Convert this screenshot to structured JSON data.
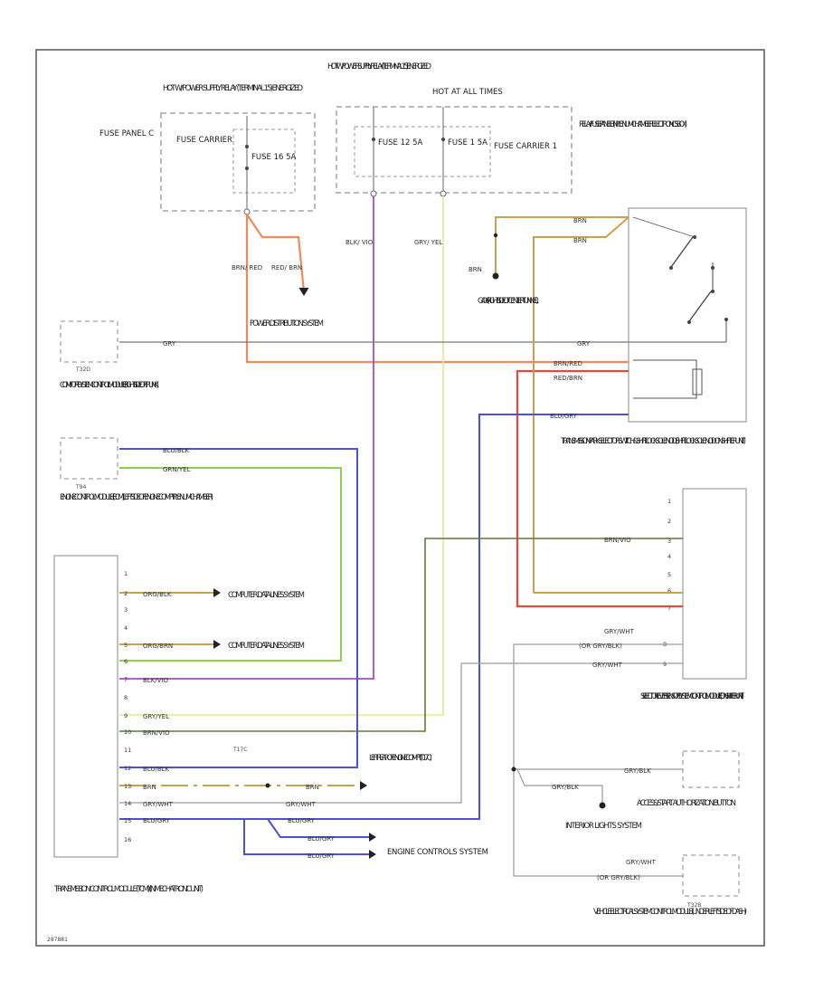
{
  "labels": {
    "hot_power_relay_left": "HOT W/ POWER SUPPLY RELAY (TERMINAL 15) ENERGIZED",
    "hot_power_relay_right": "HOT W/ POWER SUPPLY RELAY (TERMINAL 15) ENERGIZED",
    "hot_at_all_times": "HOT AT ALL TIMES",
    "fuse_panel_c": "FUSE PANEL C",
    "fuse_carrier_left": "FUSE CARRIER",
    "fuse_16": "FUSE 16 5A",
    "fuse_12": "FUSE 12 5A",
    "fuse_1": "FUSE 1 5A",
    "fuse_carrier_1": "FUSE CARRIER 1",
    "relay_fuse_panel": "RELAY/FUSE PANEL B (IN PLENUM CHAMBER ELECTRONICS BOX)",
    "power_distribution": "POWER DISTRIBUTION SYSTEM",
    "ground_g406": "G406 (RIGHT SIDE OF CENTER TUNNEL)",
    "comfort_module": "COMFORT SYSTEM CONTROL MODULE (RIGHT SIDE OF TRUNK)",
    "t32d": "T32D",
    "t94": "T94",
    "ecm": "ENGINE CONTROL MODULE (ECM) (LEFT SIDE OF ENGINE COMPT PLENUM CHAMBER)",
    "computer_data_1": "COMPUTER DATA LINES SYSTEM",
    "computer_data_2": "COMPUTER DATA LINES SYSTEM",
    "park_selector": "TRANSMISSION PARK SELECTOR SWITCH & SHIFT LOCK SOLENOID (SHIFT LOCK SOLENOID ON SHIFTER UNIT)",
    "selector_lever": "SELECTOR LEVER SENSOR SYSTEM CONTROL MODULE (ON SHIFTER UNIT)",
    "access_start": "ACCESS/START AUTHORIZATION BUTTON",
    "interior_lights": "INTERIOR LIGHTS SYSTEM",
    "vehicle_electrical": "VEHICLE ELECTRICAL SYSTEM CONTROL MODULE (UNDER LEFT SIDE OF DASH)",
    "t32b": "T32B",
    "left_rear_engine": "LEFT REAR OF ENGINE COMPT (T17C)",
    "engine_controls": "ENGINE CONTROLS SYSTEM",
    "tcm": "TRANSMISSION CONTROL MODULE (TCM) (IN MECHATRONIC UNIT)",
    "t17c": "T17C",
    "footer_code": "287881"
  },
  "wires": {
    "brn_red": "BRN/ RED",
    "red_brn": "RED/ BRN",
    "blk_vio": "BLK/ VIO",
    "gry_yel": "GRY/ YEL",
    "gry": "GRY",
    "brn": "BRN",
    "brn_red_r": "BRN/RED",
    "red_brn_r": "RED/BRN",
    "blu_gry": "BLU/GRY",
    "blu_blk": "BLU/BLK",
    "gry_yel_g": "GRN/YEL",
    "org_blk": "ORG/BLK",
    "org_brn": "ORG/BRN",
    "blk_vio_l": "BLK/VIO",
    "gry_yel_l": "GRY/YEL",
    "brn_vio": "BRN/VIO",
    "brn_vio_r": "BRN/VIO",
    "gry_wht": "GRY/WHT",
    "gry_blk": "GRY/BLK",
    "gry_wht_or": "(OR GRY/BLK)",
    "gry_blk2": "GRY/BLK",
    "gry_wht2": "GRY/WHT",
    "gry_wht_or2": "(OR GRY/BLK)",
    "blu_gry2": "BLU/GRY",
    "blu_gry3": "BLU/GRY",
    "blu_gry4": "BLU/GRY",
    "brn2": "BRN",
    "brn3": "BRN"
  },
  "colors": {
    "orange": "#f08a5a",
    "red": "#e8483a",
    "violet": "#a24fc0",
    "yellow": "#ecea9a",
    "green": "#8ed14a",
    "blue": "#4b52d9",
    "tan": "#c9a14a",
    "gray": "#777777",
    "olive": "#5e7a3a",
    "grywht": "#9a9a9a"
  }
}
